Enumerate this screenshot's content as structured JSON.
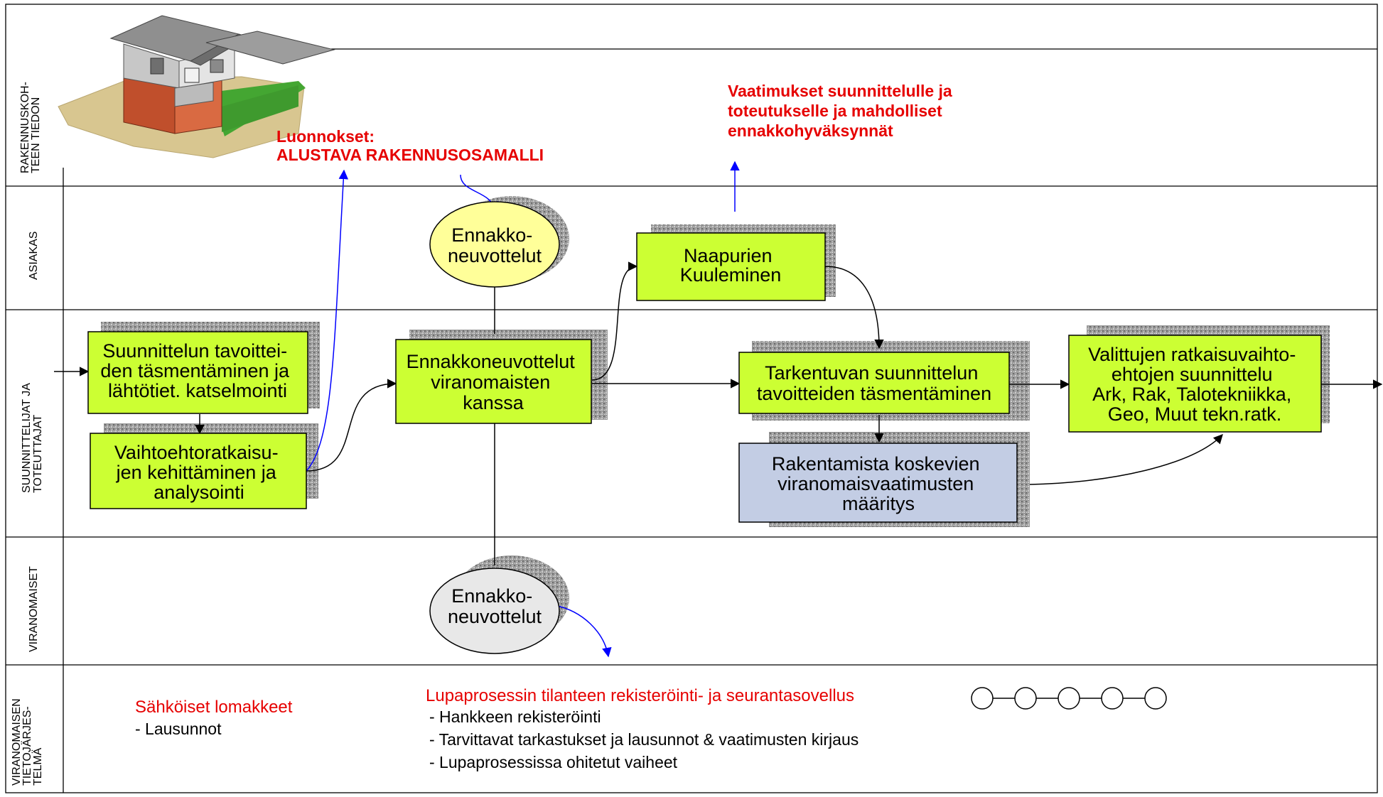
{
  "lanes": {
    "lane1": [
      "RAKENNUSKOH-",
      "TEEN TIEDON"
    ],
    "lane2": [
      "ASIAKAS"
    ],
    "lane3": [
      "SUUNNITTELIJAT JA",
      "TOTEUTTAJAT"
    ],
    "lane4": [
      "VIRANOMAISET"
    ],
    "lane5": [
      "VIRANOMAISEN",
      "TIETOJÄRJES-",
      "TELMÄ"
    ]
  },
  "annotations": {
    "luonnokset": [
      "Luonnokset:",
      "ALUSTAVA RAKENNUSOSAMALLI"
    ],
    "vaatimukset": [
      "Vaatimukset suunnittelulle ja",
      "toteutukselle ja mahdolliset",
      "ennakkohyväksynnät"
    ]
  },
  "nodes": {
    "ennakko_top": [
      "Ennakko-",
      "neuvottelut"
    ],
    "naapurien": [
      "Naapurien",
      "Kuuleminen"
    ],
    "suunnittelun": [
      "Suunnittelun tavoittei-",
      "den täsmentäminen ja",
      "lähtötiet. katselmointi"
    ],
    "vaihtoehto": [
      "Vaihtoehtoratkaisu-",
      "jen kehittäminen ja",
      "analysointi"
    ],
    "ennakkoneuv": [
      "Ennakkoneuvottelut",
      "viranomaisten",
      "kanssa"
    ],
    "tarkentuvan": [
      "Tarkentuvan suunnittelun",
      "tavoitteiden täsmentäminen"
    ],
    "rakentamista": [
      "Rakentamista koskevien",
      "viranomaisvaatimusten",
      "määritys"
    ],
    "valittujen": [
      "Valittujen ratkaisuvaihto-",
      "ehtojen suunnittelu",
      "Ark, Rak, Talotekniikka,",
      "Geo, Muut tekn.ratk."
    ],
    "ennakko_bottom": [
      "Ennakko-",
      "neuvottelut"
    ]
  },
  "system": {
    "forms_title": "Sähköiset lomakkeet",
    "forms_item": "- Lausunnot",
    "app_title": "Lupaprosessin tilanteen rekisteröinti- ja seurantasovellus",
    "app_items": [
      "- Hankkeen rekisteröinti",
      "- Tarvittavat tarkastukset ja lausunnot & vaatimusten kirjaus",
      "- Lupaprosessissa ohitetut vaiheet"
    ],
    "chain_count": 5
  },
  "colors": {
    "green_box": "#ccff33",
    "blue_box": "#c3cde4",
    "yellow_ellipse": "#ffff99",
    "grey_ellipse": "#e8e8e8",
    "red_text": "#e60000",
    "blue_arrow": "#0000ff"
  }
}
